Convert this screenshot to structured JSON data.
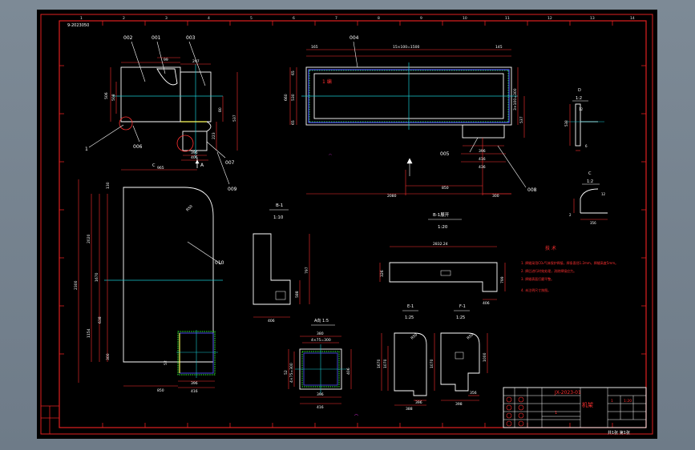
{
  "drawing": {
    "top_code": "9-2023050",
    "colors": {
      "frame": "#e02020",
      "part": "#ffffff",
      "dim": "#ff3030",
      "center": "#18c8d0",
      "hatch": "#30ff30",
      "text": "#ffffff",
      "accent_magenta": "#ff30ff",
      "accent_yellow": "#ffff60",
      "accent_blue": "#5050ff"
    },
    "callouts": {
      "c002": "002",
      "c001": "001",
      "c003": "003",
      "c004": "004",
      "c005": "005",
      "c006": "006",
      "c007": "007",
      "c008": "008",
      "c009": "009",
      "c010": "010",
      "c1": "1"
    },
    "dims": {
      "d99": "99",
      "d297": "297",
      "d506": "506",
      "d508": "508",
      "d80": "80",
      "d537": "537",
      "d223": "223",
      "d396": "396",
      "d406": "406",
      "d965": "965",
      "d165": "165",
      "d15x100": "15×100=1500",
      "d145": "145",
      "d660": "660",
      "d530": "530",
      "d65": "65",
      "d3x100": "3×100=300",
      "d396b": "396",
      "d416": "416",
      "d436": "436",
      "d2080": "2080",
      "d850": "850",
      "d300": "300",
      "d2300": "2300",
      "d2020": "2020",
      "d1670": "1670",
      "d1154": "1154",
      "d638": "638",
      "d300b": "300",
      "d130": "130",
      "d850b": "850",
      "d396c": "396",
      "d416b": "416",
      "d52": "52",
      "dR": "R50",
      "d797": "797",
      "d588": "588",
      "d406b": "406",
      "d2832": "2832.24",
      "d326": "326",
      "d799": "799",
      "d406c": "406",
      "d380": "380",
      "d4x75": "4×75=300",
      "d52b": "52",
      "d4x75b": "4×75=300",
      "d406d": "406",
      "d396d": "396",
      "d416c": "416",
      "d1670b": "1670",
      "d1070": "1070",
      "d388": "388",
      "d396e": "396",
      "d1070b": "1070",
      "d1000": "1000",
      "d356": "356",
      "d398": "398",
      "d12": "12",
      "d538": "538",
      "d6": "6",
      "d12b": "12",
      "d2": "2",
      "d356b": "356"
    },
    "labels": {
      "sectionA": "A",
      "sectionC": "C",
      "view_b": "B-1",
      "view_b_scale": "1:10",
      "view_expand": "B-1展开",
      "view_expand_scale": "1:20",
      "view_a": "A向 1:5",
      "view_e": "E-1",
      "view_e_scale": "1:25",
      "view_f": "F-1",
      "view_f_scale": "1:25",
      "view_d": "D",
      "view_d_scale": "1:2",
      "view_c2": "C",
      "view_c2_scale": "1:2",
      "tag_a": "A",
      "tag_c": "C",
      "note_title": "技 术",
      "note1": "1. 焊缝采用CO₂气体保护焊接，焊条直径1.2mm，焊缝高度5mm。",
      "note2": "2. 焊后进行时效处理，消除焊接应力。",
      "note3": "3. 焊缝表面打磨平整。",
      "note4": "4. 未注明尺寸按图。",
      "inner_mark": "1 编",
      "block_title": "机架",
      "block_code": "JX-2023-01",
      "block_sheet": "1",
      "block_scale": "1:20",
      "block_qty": "1",
      "block_bottom": "共1张 第1张"
    },
    "zone_numbers": [
      "1",
      "2",
      "3",
      "4",
      "5",
      "6",
      "7",
      "8",
      "9",
      "10",
      "11",
      "12",
      "13",
      "14"
    ]
  }
}
